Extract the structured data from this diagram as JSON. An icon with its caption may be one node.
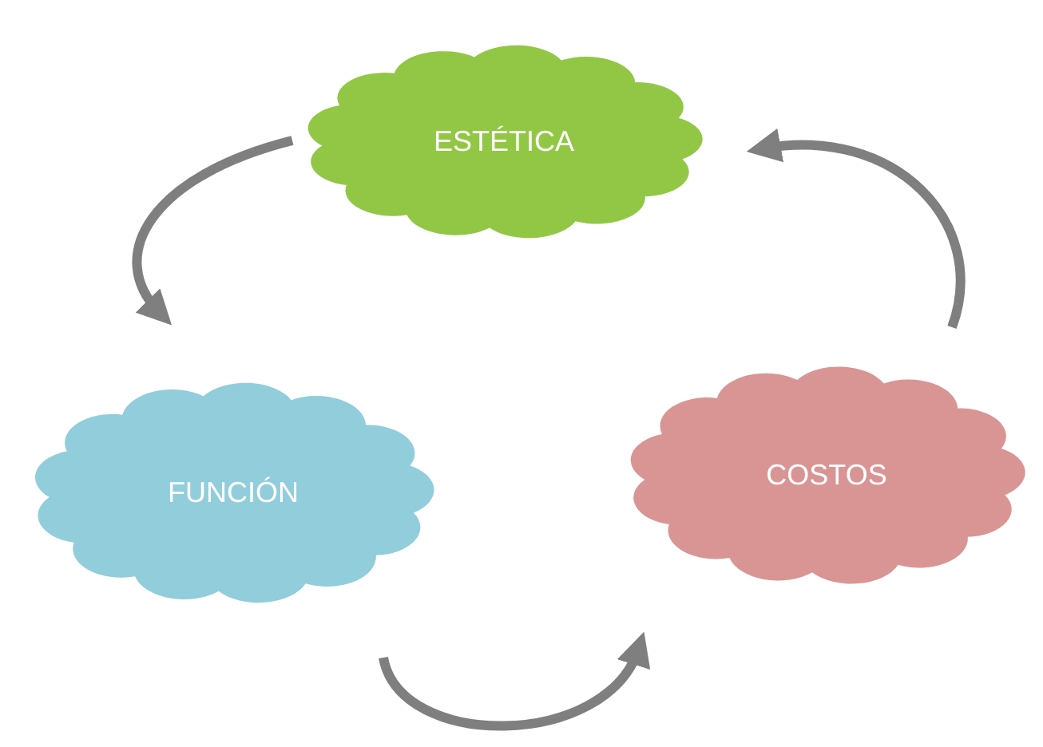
{
  "diagram": {
    "nodes": [
      {
        "text": [
          "ESTÉTICA"
        ]
      },
      {
        "text": [
          "FUNCIÓN"
        ]
      },
      {
        "text": [
          "COSTOS"
        ]
      }
    ],
    "edges": [
      {
        "from": 0,
        "to": 1,
        "arrow": "to"
      },
      {
        "from": 1,
        "to": 2,
        "arrow": "to"
      },
      {
        "from": 2,
        "to": 0,
        "arrow": "to"
      }
    ]
  }
}
